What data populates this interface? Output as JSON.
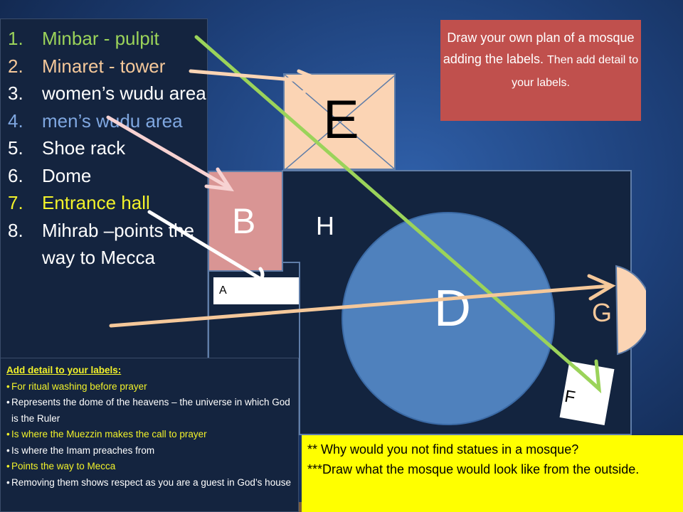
{
  "labels_list": [
    {
      "num": "1.",
      "text": "Minbar - pulpit"
    },
    {
      "num": "2.",
      "text": "Minaret - tower"
    },
    {
      "num": "3.",
      "text": "women’s wudu area"
    },
    {
      "num": "4.",
      "text": "men’s wudu area"
    },
    {
      "num": "5.",
      "text": "Shoe rack"
    },
    {
      "num": "6.",
      "text": "Dome"
    },
    {
      "num": "7.",
      "text": "Entrance hall"
    },
    {
      "num": "8.",
      "text": "Mihrab –points the way to Mecca"
    }
  ],
  "plan": {
    "e": "E",
    "b": "B",
    "h": "H",
    "a": "A",
    "d": "D",
    "g": "G",
    "f": "F"
  },
  "instructions": {
    "line1": "Draw your own plan of a mosque adding the labels.",
    "line2": "Then add detail to your labels."
  },
  "detail": {
    "heading": "Add detail to your labels:",
    "items": [
      "For ritual washing before prayer",
      "Represents the dome of the heavens – the universe in which God is the Ruler",
      "Is where the Muezzin makes the call to prayer",
      "Is where the Imam preaches from",
      "Points the way to Mecca",
      "Removing them shows respect as you are a guest in God’s house"
    ]
  },
  "question": {
    "line1": "** Why would you not find statues in a mosque?",
    "line2": "***Draw what the mosque would look like from the outside."
  },
  "colors": {
    "green": "#9bd35a",
    "peach": "#f5c89a",
    "white": "#ffffff",
    "yellow": "#f2f22a",
    "minaret": "#fbd4b4",
    "shoe_rack": "#d99594",
    "dome": "#4f81bd",
    "instruction_bg": "#c0504d",
    "question_bg": "#ffff00"
  }
}
